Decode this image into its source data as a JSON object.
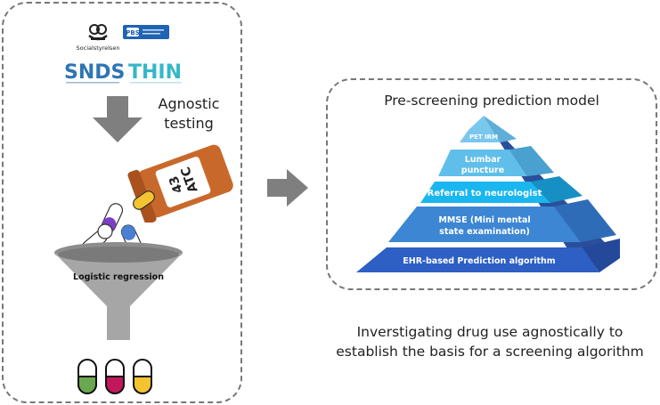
{
  "logos": {
    "socialstyrelsen": "Socialstyrelsen",
    "pbs_mark": "PBS",
    "snds": "SNDS",
    "thin": "THIN"
  },
  "left_panel": {
    "agnostic_line1": "Agnostic",
    "agnostic_line2": "testing",
    "bottle_label_number": "43",
    "bottle_label_code": "ATC",
    "funnel_label": "Logistic regression"
  },
  "right_panel": {
    "title": "Pre-screening prediction model",
    "pyramid_levels": [
      "PET IRM",
      "Lumbar puncture",
      "Referral to neurologist",
      "MMSE (Mini mental state examination)",
      "EHR-based Prediction algorithm"
    ],
    "pyramid_level_lines": {
      "lumbar_1": "Lumbar",
      "lumbar_2": "puncture",
      "mmse_1": "MMSE (Mini mental",
      "mmse_2": "state examination)"
    }
  },
  "caption": {
    "line1": "Inverstigating drug use agnostically to",
    "line2": "establish the basis for a screening algorithm"
  },
  "colors": {
    "bottle": "#c8692b",
    "funnel": "#a6a6a6",
    "pill_green": "#6aa84f",
    "pill_magenta": "#c2185b",
    "pill_yellow": "#f4c430",
    "pyramid_top": "#7ac7ee",
    "pyramid_lumbar": "#5fbfea",
    "pyramid_referral": "#1ab6ef",
    "pyramid_mmse": "#3d86d3",
    "pyramid_ehr": "#2d5fc4"
  }
}
